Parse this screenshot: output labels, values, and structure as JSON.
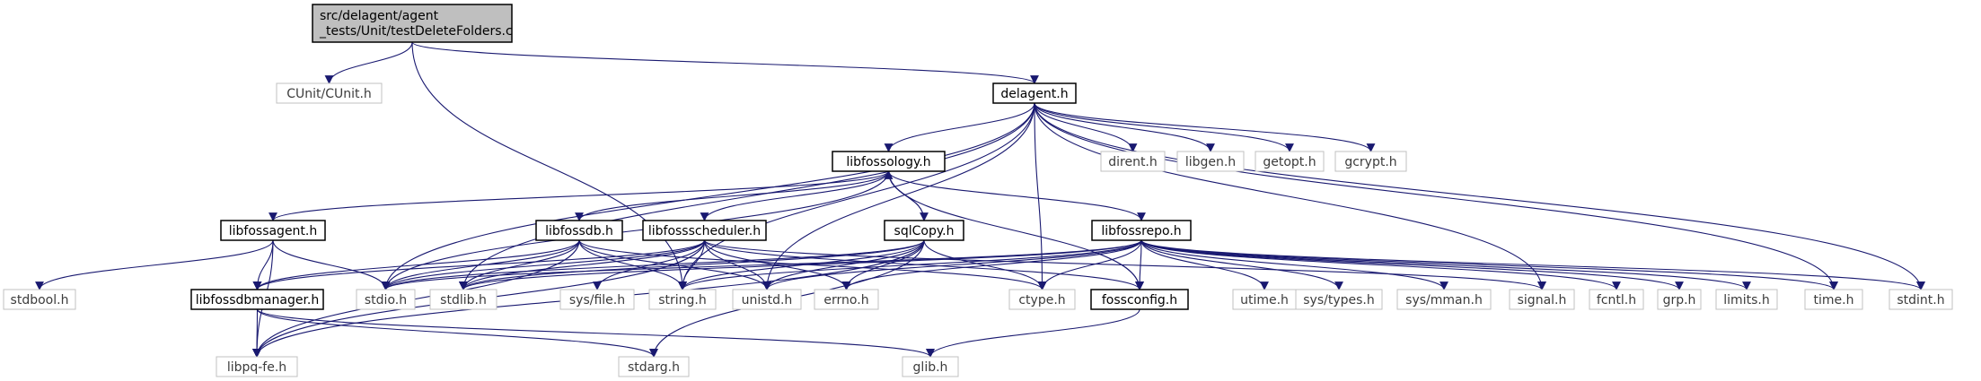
{
  "diagram": {
    "root": {
      "lines": [
        "src/delagent/agent",
        "_tests/Unit/testDeleteFolders.c"
      ]
    },
    "nodes": [
      {
        "id": "cunit",
        "label": "CUnit/CUnit.h",
        "kind": "sys"
      },
      {
        "id": "delagent",
        "label": "delagent.h",
        "kind": "main"
      },
      {
        "id": "libfossology",
        "label": "libfossology.h",
        "kind": "main"
      },
      {
        "id": "dirent",
        "label": "dirent.h",
        "kind": "sys"
      },
      {
        "id": "libgen",
        "label": "libgen.h",
        "kind": "sys"
      },
      {
        "id": "getopt",
        "label": "getopt.h",
        "kind": "sys"
      },
      {
        "id": "gcrypt",
        "label": "gcrypt.h",
        "kind": "sys"
      },
      {
        "id": "libfossagent",
        "label": "libfossagent.h",
        "kind": "main"
      },
      {
        "id": "libfossdb",
        "label": "libfossdb.h",
        "kind": "main"
      },
      {
        "id": "libfossscheduler",
        "label": "libfossscheduler.h",
        "kind": "main"
      },
      {
        "id": "sqlcopy",
        "label": "sqlCopy.h",
        "kind": "main"
      },
      {
        "id": "libfossrepo",
        "label": "libfossrepo.h",
        "kind": "main"
      },
      {
        "id": "stdbool",
        "label": "stdbool.h",
        "kind": "sys"
      },
      {
        "id": "libfossdbmanager",
        "label": "libfossdbmanager.h",
        "kind": "main"
      },
      {
        "id": "stdio",
        "label": "stdio.h",
        "kind": "sys"
      },
      {
        "id": "stdlib",
        "label": "stdlib.h",
        "kind": "sys"
      },
      {
        "id": "sysfile",
        "label": "sys/file.h",
        "kind": "sys"
      },
      {
        "id": "string",
        "label": "string.h",
        "kind": "sys"
      },
      {
        "id": "unistd",
        "label": "unistd.h",
        "kind": "sys"
      },
      {
        "id": "errno",
        "label": "errno.h",
        "kind": "sys"
      },
      {
        "id": "ctype",
        "label": "ctype.h",
        "kind": "sys"
      },
      {
        "id": "fossconfig",
        "label": "fossconfig.h",
        "kind": "main"
      },
      {
        "id": "utime",
        "label": "utime.h",
        "kind": "sys"
      },
      {
        "id": "systypes",
        "label": "sys/types.h",
        "kind": "sys"
      },
      {
        "id": "sysmman",
        "label": "sys/mman.h",
        "kind": "sys"
      },
      {
        "id": "signal",
        "label": "signal.h",
        "kind": "sys"
      },
      {
        "id": "fcntl",
        "label": "fcntl.h",
        "kind": "sys"
      },
      {
        "id": "grp",
        "label": "grp.h",
        "kind": "sys"
      },
      {
        "id": "limits",
        "label": "limits.h",
        "kind": "sys"
      },
      {
        "id": "time",
        "label": "time.h",
        "kind": "sys"
      },
      {
        "id": "stdint",
        "label": "stdint.h",
        "kind": "sys"
      },
      {
        "id": "libpqfe",
        "label": "libpq-fe.h",
        "kind": "sys"
      },
      {
        "id": "stdarg",
        "label": "stdarg.h",
        "kind": "sys"
      },
      {
        "id": "glib",
        "label": "glib.h",
        "kind": "sys"
      }
    ],
    "edges": [
      [
        "root",
        "cunit"
      ],
      [
        "root",
        "delagent"
      ],
      [
        "root",
        "string"
      ],
      [
        "delagent",
        "libfossology"
      ],
      [
        "delagent",
        "stdio"
      ],
      [
        "delagent",
        "stdlib"
      ],
      [
        "delagent",
        "string"
      ],
      [
        "delagent",
        "unistd"
      ],
      [
        "delagent",
        "ctype"
      ],
      [
        "delagent",
        "signal"
      ],
      [
        "delagent",
        "time"
      ],
      [
        "delagent",
        "stdint"
      ],
      [
        "delagent",
        "dirent"
      ],
      [
        "delagent",
        "libgen"
      ],
      [
        "delagent",
        "getopt"
      ],
      [
        "delagent",
        "gcrypt"
      ],
      [
        "libfossology",
        "libfossagent"
      ],
      [
        "libfossology",
        "libfossdb"
      ],
      [
        "libfossology",
        "libfossscheduler"
      ],
      [
        "libfossology",
        "sqlcopy"
      ],
      [
        "libfossology",
        "libfossrepo"
      ],
      [
        "libfossology",
        "fossconfig"
      ],
      [
        "libfossology",
        "stdio"
      ],
      [
        "libfossagent",
        "stdbool"
      ],
      [
        "libfossagent",
        "libfossdbmanager"
      ],
      [
        "libfossagent",
        "stdio"
      ],
      [
        "libfossagent",
        "libpqfe"
      ],
      [
        "libfossdb",
        "libfossdbmanager"
      ],
      [
        "libfossdb",
        "stdio"
      ],
      [
        "libfossdb",
        "stdlib"
      ],
      [
        "libfossdb",
        "string"
      ],
      [
        "libfossdb",
        "unistd"
      ],
      [
        "libfossdb",
        "ctype"
      ],
      [
        "libfossdb",
        "libpqfe"
      ],
      [
        "libfossscheduler",
        "libfossdbmanager"
      ],
      [
        "libfossscheduler",
        "stdio"
      ],
      [
        "libfossscheduler",
        "stdlib"
      ],
      [
        "libfossscheduler",
        "sysfile"
      ],
      [
        "libfossscheduler",
        "string"
      ],
      [
        "libfossscheduler",
        "unistd"
      ],
      [
        "libfossscheduler",
        "errno"
      ],
      [
        "libfossscheduler",
        "fossconfig"
      ],
      [
        "libfossscheduler",
        "signal"
      ],
      [
        "libfossscheduler",
        "libpqfe"
      ],
      [
        "sqlcopy",
        "libfossology"
      ],
      [
        "sqlcopy",
        "stdio"
      ],
      [
        "sqlcopy",
        "stdlib"
      ],
      [
        "sqlcopy",
        "string"
      ],
      [
        "sqlcopy",
        "unistd"
      ],
      [
        "sqlcopy",
        "errno"
      ],
      [
        "sqlcopy",
        "ctype"
      ],
      [
        "sqlcopy",
        "stdarg"
      ],
      [
        "sqlcopy",
        "libpqfe"
      ],
      [
        "libfossrepo",
        "stdio"
      ],
      [
        "libfossrepo",
        "stdlib"
      ],
      [
        "libfossrepo",
        "string"
      ],
      [
        "libfossrepo",
        "unistd"
      ],
      [
        "libfossrepo",
        "errno"
      ],
      [
        "libfossrepo",
        "ctype"
      ],
      [
        "libfossrepo",
        "fossconfig"
      ],
      [
        "libfossrepo",
        "utime"
      ],
      [
        "libfossrepo",
        "systypes"
      ],
      [
        "libfossrepo",
        "sysmman"
      ],
      [
        "libfossrepo",
        "fcntl"
      ],
      [
        "libfossrepo",
        "grp"
      ],
      [
        "libfossrepo",
        "limits"
      ],
      [
        "libfossrepo",
        "time"
      ],
      [
        "libfossrepo",
        "stdint"
      ],
      [
        "libfossdbmanager",
        "libpqfe"
      ],
      [
        "libfossdbmanager",
        "stdarg"
      ],
      [
        "libfossdbmanager",
        "glib"
      ],
      [
        "fossconfig",
        "glib"
      ]
    ]
  },
  "colors": {
    "edge": "#191970",
    "root_fill": "#bfbfbf",
    "sys_border": "#c0c0c0"
  }
}
